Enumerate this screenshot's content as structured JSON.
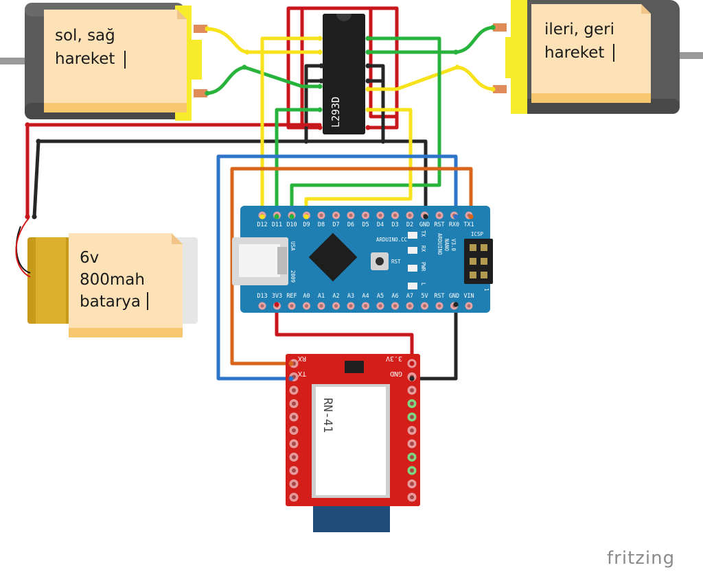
{
  "notes": {
    "left_motor": [
      "sol, sağ",
      "hareket"
    ],
    "right_motor": [
      "ileri, geri",
      "hareket"
    ],
    "battery": [
      "6v",
      "800mah",
      "batarya"
    ]
  },
  "driver_chip": {
    "label": "L293D"
  },
  "nano": {
    "top_pins": [
      "D12",
      "D11",
      "D10",
      "D9",
      "D8",
      "D7",
      "D6",
      "D5",
      "D4",
      "D3",
      "D2",
      "GND",
      "RST",
      "RX0",
      "TX1"
    ],
    "bottom_pins": [
      "D13",
      "3V3",
      "REF",
      "A0",
      "A1",
      "A2",
      "A3",
      "A4",
      "A5",
      "A6",
      "A7",
      "5V",
      "RST",
      "GND",
      "VIN"
    ],
    "usa": "USA",
    "year": "2009",
    "website": "ARDUINO.CC",
    "name_lines": [
      "ARDUINO",
      "NANO",
      "V3.0"
    ],
    "rst": "RST",
    "led_labels": [
      "TX",
      "RX",
      "PWR",
      "L"
    ],
    "icsp": "ICSP",
    "pin1": "1"
  },
  "bt_module": {
    "module": "RN-41",
    "left_pins": [
      "RX",
      "TX"
    ],
    "right_pins": [
      "3.3V",
      "GND"
    ]
  },
  "brand": "fritzing",
  "colors": {
    "wire_red": "#c8161d",
    "wire_black": "#262626",
    "wire_yellow": "#f7e21b",
    "wire_green": "#28b43c",
    "wire_blue": "#2e74c8",
    "wire_orange": "#d9651d",
    "nano_board": "#1f7fb3",
    "bt_board": "#d41e1a",
    "note": "#fde2b8",
    "motor_body": "#555555",
    "motor_cap": "#f6ec2b"
  }
}
